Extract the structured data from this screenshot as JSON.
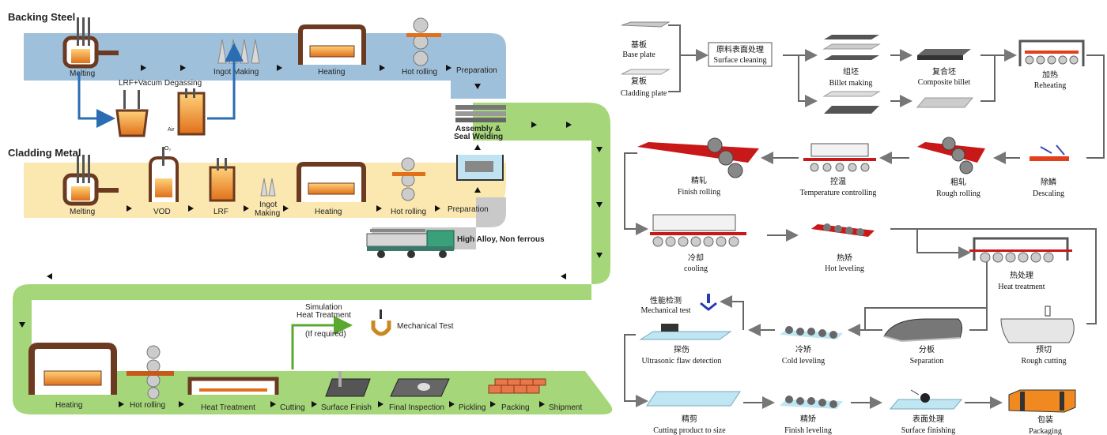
{
  "left": {
    "header_backing": "Backing Steel",
    "header_cladding": "Cladding Metal",
    "backing_steps": [
      "Melting",
      "Ingot Making",
      "Heating",
      "Hot rolling",
      "Preparation"
    ],
    "degassing": "LRF+Vacum Degassing",
    "air": "Air",
    "o2": "O₂",
    "cladding_steps": [
      "Melting",
      "VOD",
      "LRF",
      "Ingot Making",
      "Heating",
      "Hot rolling",
      "Preparation"
    ],
    "assembly": [
      "Assembly &",
      "Seal Welding"
    ],
    "high_alloy": "High Alloy, Non ferrous",
    "simulation": [
      "Simulation",
      "Heat Treatment",
      "(If required)"
    ],
    "mechanical": "Mechanical Test",
    "bottom_steps": [
      "Heating",
      "Hot rolling",
      "Heat Treatment",
      "Cutting",
      "Surface Finish",
      "Final Inspection",
      "Pickling",
      "Packing",
      "Shipment"
    ]
  },
  "right": {
    "base_cn": "基板",
    "base_en": "Base plate",
    "clad_cn": "复板",
    "clad_en": "Cladding plate",
    "surface_cn": "原料表面处理",
    "surface_en": "Surface cleaning",
    "billet_cn": "组坯",
    "billet_en": "Billet making",
    "composite_cn": "复合坯",
    "composite_en": "Composite billet",
    "reheat_cn": "加热",
    "reheat_en": "Reheating",
    "finish_cn": "精轧",
    "finish_en": "Finish rolling",
    "temp_cn": "控温",
    "temp_en": "Temperature controlling",
    "rough_cn": "粗轧",
    "rough_en": "Rough rolling",
    "descale_cn": "除鳞",
    "descale_en": "Descaling",
    "cool_cn": "冷却",
    "cool_en": "cooling",
    "hotlev_cn": "热矫",
    "hotlev_en": "Hot leveling",
    "heat_cn": "热处理",
    "heat_en": "Heat treatment",
    "mech_cn": "性能检测",
    "mech_en": "Mechanical test",
    "ultra_cn": "探伤",
    "ultra_en": "Ultrasonic flaw detection",
    "coldlev_cn": "冷矫",
    "coldlev_en": "Cold leveling",
    "sep_cn": "分板",
    "sep_en": "Separation",
    "roughcut_cn": "预切",
    "roughcut_en": "Rough cutting",
    "cutsize_cn": "精剪",
    "cutsize_en": "Cutting product to size",
    "finlev_cn": "精矫",
    "finlev_en": "Finish leveling",
    "surffin_cn": "表面处理",
    "surffin_en": "Surface finishing",
    "pack_cn": "包装",
    "pack_en": "Packaging"
  },
  "colors": {
    "blue_band": "#9fc0da",
    "yellow_band": "#fbe8b0",
    "green_band": "#9dd16a",
    "furnace": "#8a4a2a",
    "hot": "#f0a040"
  }
}
